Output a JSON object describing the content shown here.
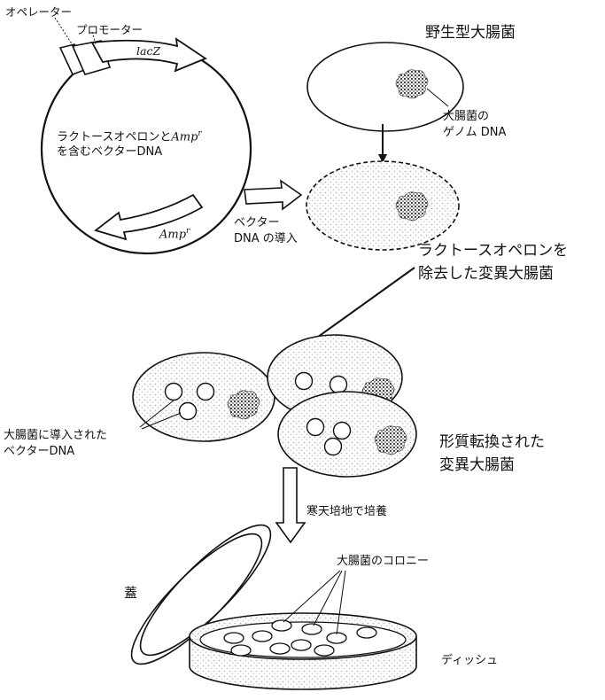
{
  "labels": {
    "operator": "オペレーター",
    "promoter": "プロモーター",
    "lacz": "lacZ",
    "plasmid_line1": "ラクトースオペロンと",
    "amp_base": "Amp",
    "amp_sup": "r",
    "plasmid_line2": "を含むベクターDNA",
    "wild_type": "野生型大腸菌",
    "genome_line1": "大腸菌の",
    "genome_line2": "ゲノム DNA",
    "intro_line1": "ベクター",
    "intro_line2": "DNA の導入",
    "mutant_line1": "ラクトースオペロンを",
    "mutant_line2": "除去した変異大腸菌",
    "vector_in_line1": "大腸菌に導入された",
    "vector_in_line2": "ベクターDNA",
    "transformed_line1": "形質転換された",
    "transformed_line2": "変異大腸菌",
    "culture": "寒天培地で培養",
    "colony": "大腸菌のコロニー",
    "lid": "蓋",
    "dish": "ディッシュ"
  },
  "colors": {
    "stroke": "#111111",
    "stipple": "#cfcfcf",
    "genome_fill": "#444444"
  }
}
